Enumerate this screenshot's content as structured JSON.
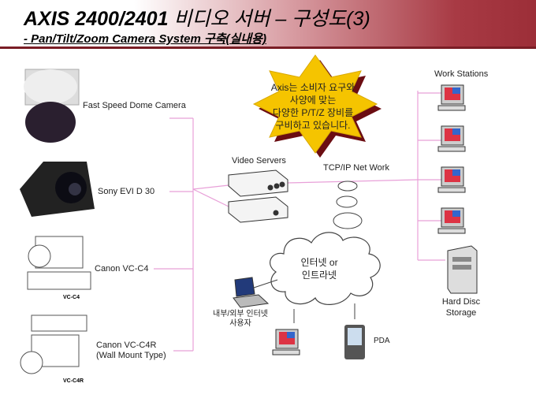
{
  "header": {
    "title_en": "AXIS 2400/2401",
    "title_ko": "비디오 서버 – 구성도(3)",
    "subtitle": "- Pan/Tilt/Zoom Camera System 구축(실내용)"
  },
  "cameras": [
    {
      "label": "Fast Speed Dome Camera"
    },
    {
      "label": "Sony EVI D 30"
    },
    {
      "label": "Canon VC-C4",
      "tag": "VC-C4"
    },
    {
      "label": "Canon VC-C4R",
      "label2": "(Wall Mount Type)",
      "tag": "VC-C4R"
    }
  ],
  "video_servers": "Video Servers",
  "network": "TCP/IP Net Work",
  "callout": [
    "Axis는 소비자 요구와",
    "사양에 맞는",
    "다양한 P/T/Z 장비를",
    "구비하고 있습니다."
  ],
  "work_stations": "Work Stations",
  "storage": [
    "Hard Disc",
    "Storage"
  ],
  "cloud": [
    "인터넷 or",
    "인트라넷"
  ],
  "laptop_user": [
    "내부/외부 인터넷",
    "사용자"
  ],
  "pda": "PDA",
  "colors": {
    "line": "#e8a0d8",
    "accent": "#9c2e38",
    "burst": "#f5c400"
  }
}
